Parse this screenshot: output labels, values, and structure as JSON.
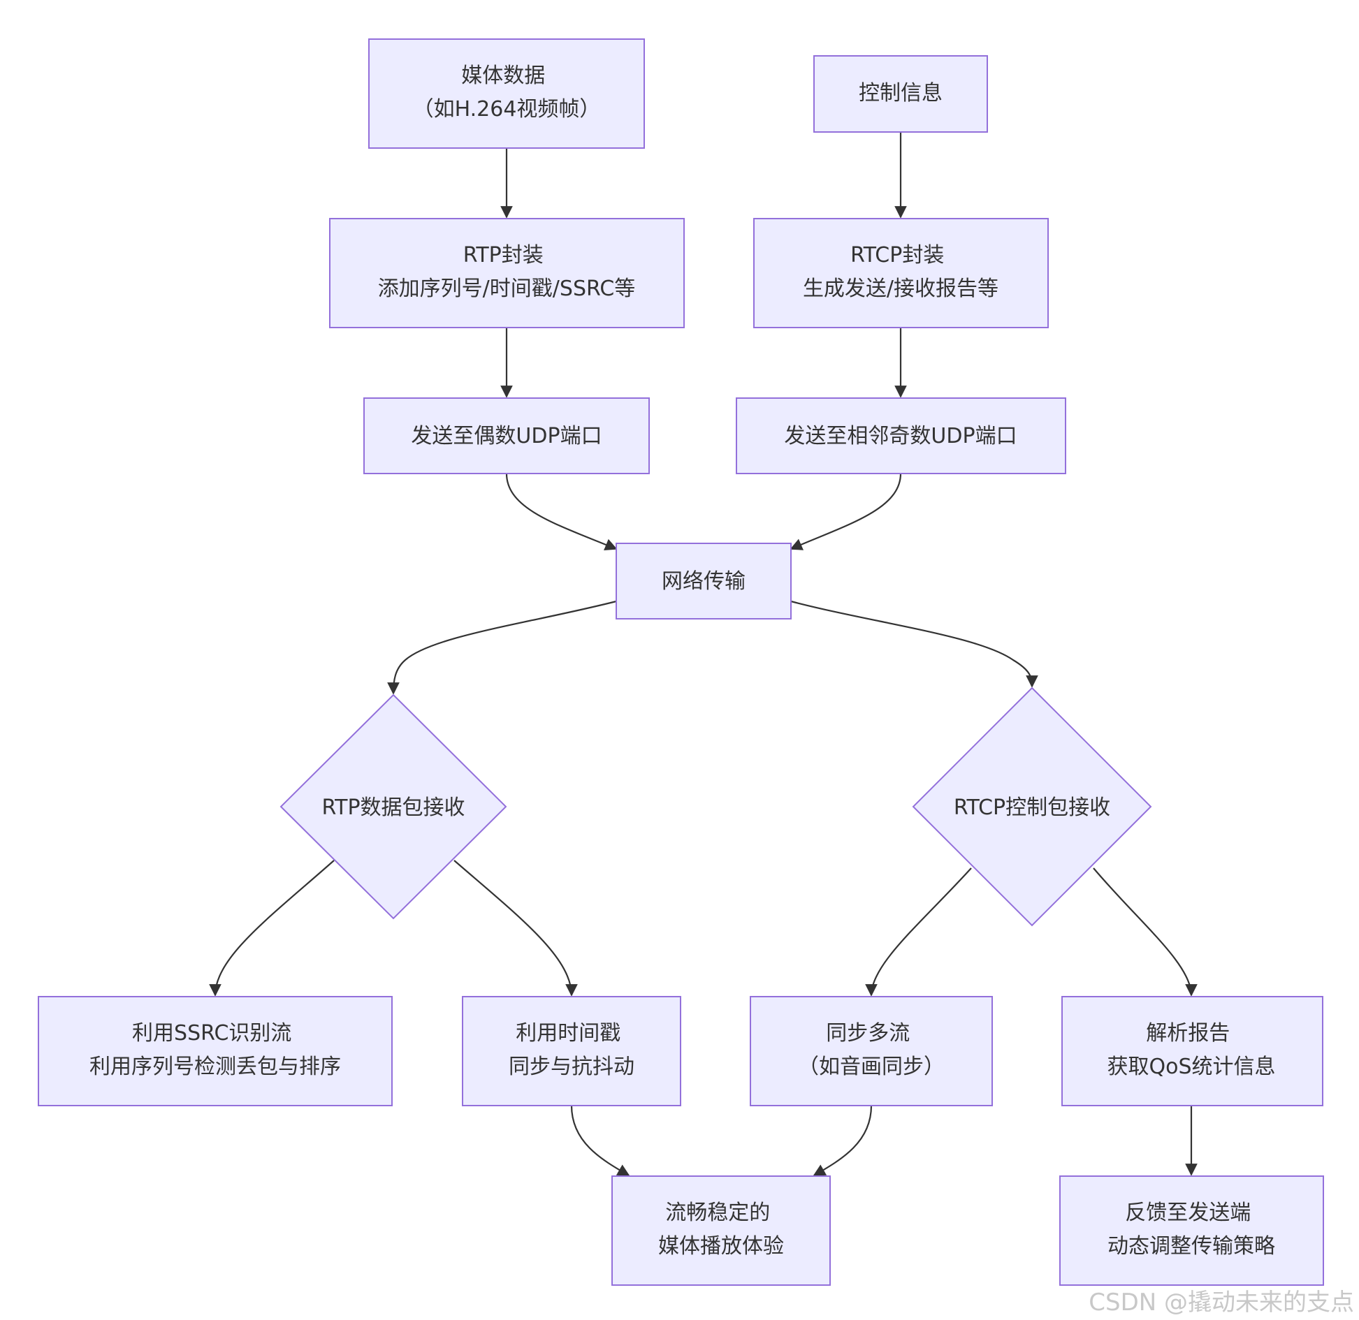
{
  "colors": {
    "node_fill": "#ececff",
    "node_stroke": "#9370db",
    "edge": "#333333",
    "text": "#333333",
    "watermark": "#c8c8c8"
  },
  "nodes": {
    "media_data": [
      "媒体数据",
      "（如H.264视频帧）"
    ],
    "control_info": [
      "控制信息"
    ],
    "rtp_encap": [
      "RTP封装",
      "添加序列号/时间戳/SSRC等"
    ],
    "rtcp_encap": [
      "RTCP封装",
      "生成发送/接收报告等"
    ],
    "send_even_port": [
      "发送至偶数UDP端口"
    ],
    "send_odd_port": [
      "发送至相邻奇数UDP端口"
    ],
    "network": [
      "网络传输"
    ],
    "rtp_receive": [
      "RTP数据包接收"
    ],
    "rtcp_receive": [
      "RTCP控制包接收"
    ],
    "ssrc": [
      "利用SSRC识别流",
      "利用序列号检测丢包与排序"
    ],
    "timestamp": [
      "利用时间戳",
      "同步与抗抖动"
    ],
    "multistream": [
      "同步多流",
      "（如音画同步）"
    ],
    "parse_report": [
      "解析报告",
      "获取QoS统计信息"
    ],
    "smooth_playback": [
      "流畅稳定的",
      "媒体播放体验"
    ],
    "feedback": [
      "反馈至发送端",
      "动态调整传输策略"
    ]
  },
  "watermark": "CSDN @撬动未来的支点"
}
